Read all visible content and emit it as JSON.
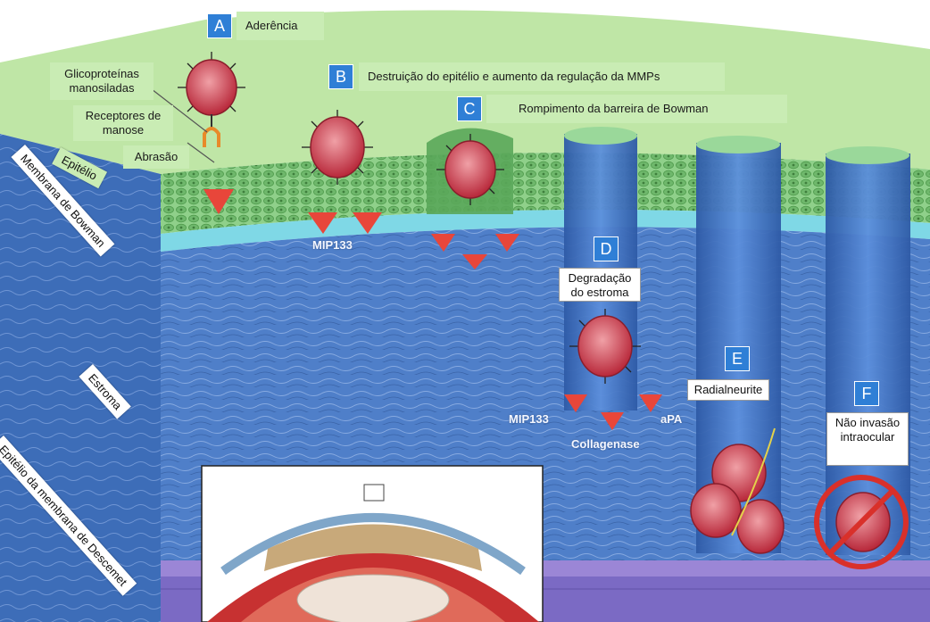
{
  "steps": [
    {
      "letter": "A",
      "text": "Aderência"
    },
    {
      "letter": "B",
      "text": "Destruição do epitélio e aumento da regulação da MMPs"
    },
    {
      "letter": "C",
      "text": "Rompimento da barreira de Bowman"
    },
    {
      "letter": "D",
      "text": "Degradação do estroma"
    },
    {
      "letter": "E",
      "text": "Radialneurite"
    },
    {
      "letter": "F",
      "text": "Não invasão intraocular"
    }
  ],
  "side_labels": {
    "glycoproteins": "Glicoproteínas manosiladas",
    "receptors": "Receptores de manose",
    "abrasion": "Abrasão"
  },
  "layers": {
    "epithelium": "Epitélio",
    "bowman": "Membrana de Bowman",
    "stroma": "Estroma",
    "descemet": "Epitélio da membrana de Descemet"
  },
  "mediators": {
    "mip_b": "MIP133",
    "mip_d": "MIP133",
    "apa": "aPA",
    "collagenase": "Collagenase"
  },
  "colors": {
    "label_green": "#c9ecb4",
    "letter_blue": "#2f7fd6",
    "stroma_blue": "#4f7fc9",
    "epithelium_green": "#7ec47a",
    "arrow_red": "#e8463a",
    "cell_red": "#c2323b"
  }
}
